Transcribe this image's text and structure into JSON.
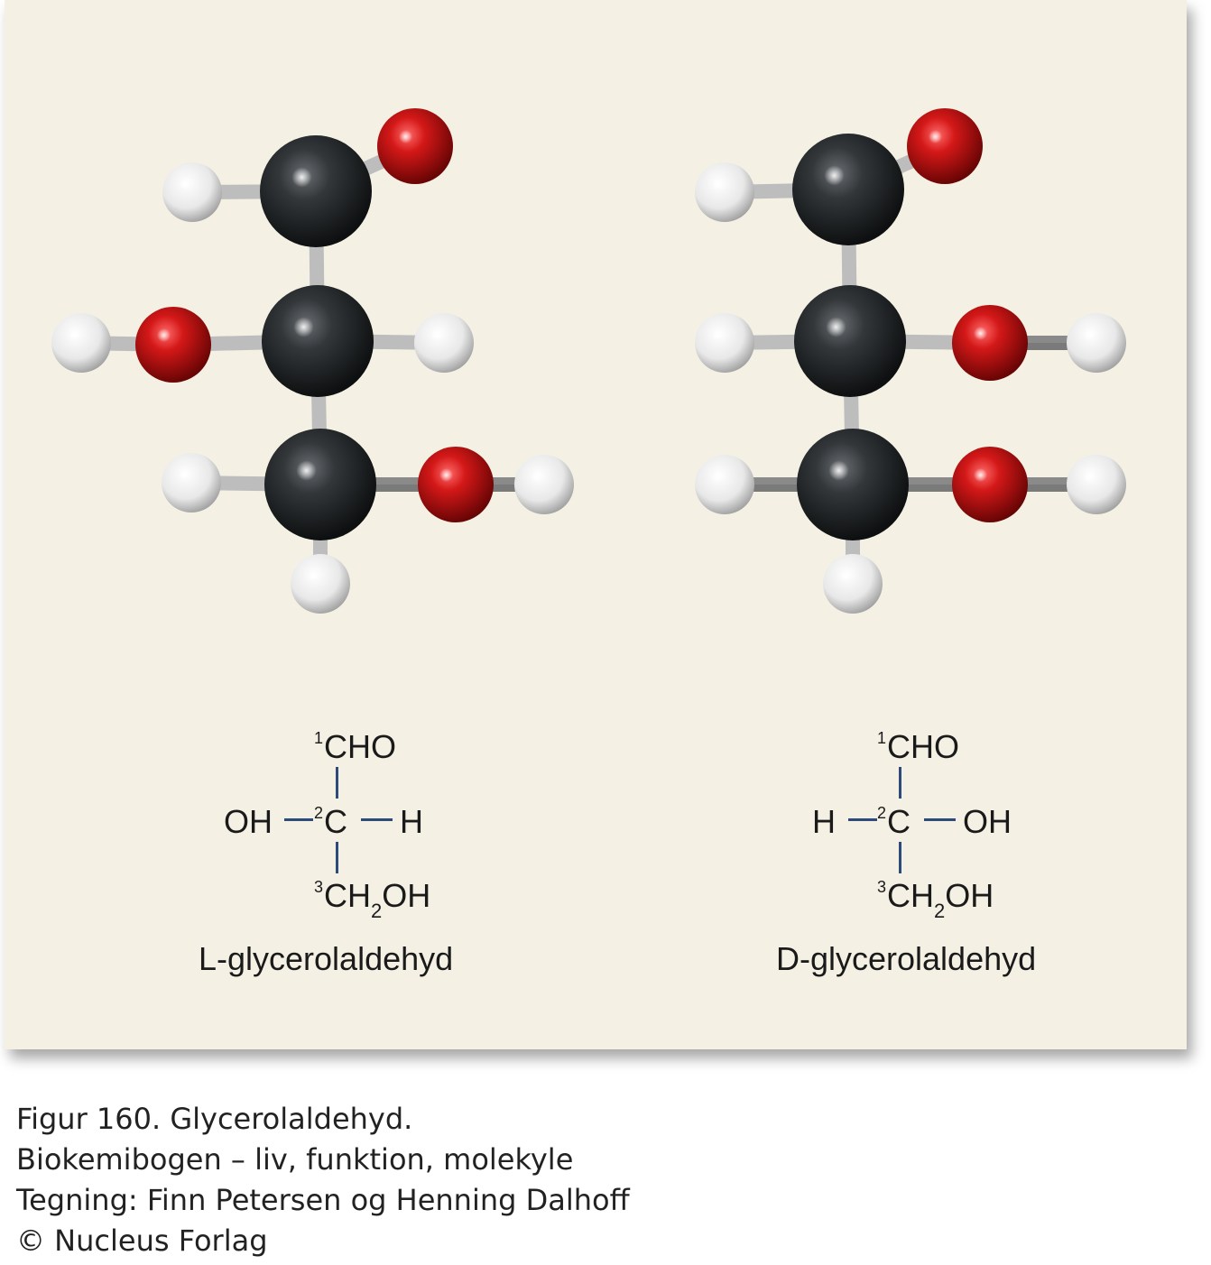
{
  "left": {
    "c1_num": "1",
    "c1_group": "CHO",
    "c2_left": "OH",
    "c2_num": "2",
    "c2_atom": "C",
    "c2_right": "H",
    "c3_num": "3",
    "c3_a": "CH",
    "c3_sub": "2",
    "c3_b": "OH",
    "name": "L-glycerolaldehyd"
  },
  "right": {
    "c1_num": "1",
    "c1_group": "CHO",
    "c2_left": "H",
    "c2_num": "2",
    "c2_atom": "C",
    "c2_right": "OH",
    "c3_num": "3",
    "c3_a": "CH",
    "c3_sub": "2",
    "c3_b": "OH",
    "name": "D-glycerolaldehyd"
  },
  "caption": [
    "Figur 160. Glycerolaldehyd.",
    "Biokemibogen – liv, funktion, molekyle",
    "Tegning: Finn Petersen og Henning Dalhoff",
    "© Nucleus Forlag"
  ],
  "colors": {
    "carbon": "#2a2d30",
    "oxygen": "#d01a1a",
    "hydrogen": "#f2f2f2",
    "bond": "#2c4a7a",
    "background": "#f4f1e4"
  }
}
